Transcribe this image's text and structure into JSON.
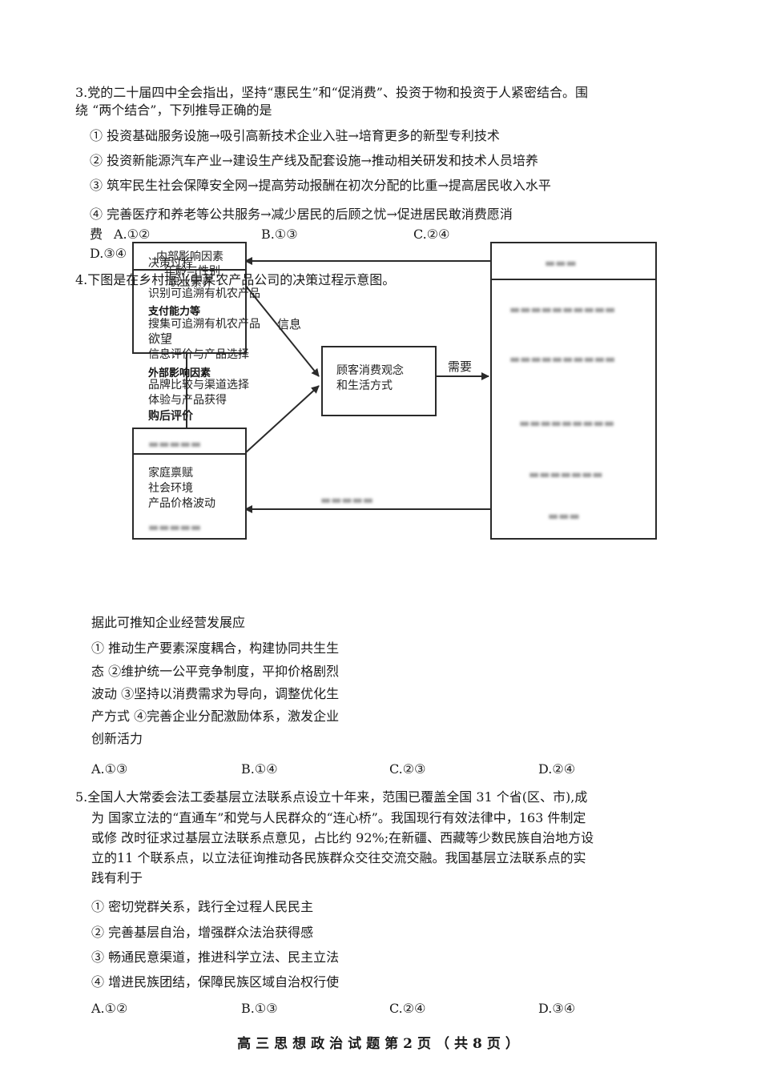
{
  "q3": {
    "stem_line1": "3.党的二十届四中全会指出，坚持“惠民生”和“促消费”、投资于物和投资于人紧密结合。围",
    "stem_line2": "绕 “两个结合”，下列推导正确的是",
    "opt1": "① 投资基础服务设施→吸引高新技术企业入驻→培育更多的新型专利技术",
    "opt2": "② 投资新能源汽车产业→建设生产线及配套设施→推动相关研发和技术人员培养",
    "opt3": "③ 筑牢民生社会保障安全网→提高劳动报酬在初次分配的比重→提高居民收入水平",
    "opt4": "④ 完善医疗和养老等公共服务→减少居民的后顾之忧→促进居民敢消费愿消",
    "opt4_tail": "费",
    "choiceA": "A.①②",
    "choiceB": "B.①③",
    "choiceC": "C.②④",
    "choiceD": "D.③④"
  },
  "q4": {
    "stem": "4.下图是在乡村振兴中某农产品公司的决策过程示意图。",
    "diagram": {
      "left_top": {
        "l1": "内部影响因素",
        "l2": "决策过程",
        "l3": "年龄与性别",
        "l4": "职业素养",
        "l5": "识别可追溯有机农产品",
        "l6": "支付能力等",
        "l7": "搜集可追溯有机农产品",
        "l7b": "信息",
        "l8": "欲望",
        "l9": "信息评价与产品选择",
        "l10": "外部影响因素",
        "l11": "品牌比较与渠道选择",
        "l12": "体验与产品获得",
        "l13": "购后评价"
      },
      "left_bottom": {
        "l1": "家庭禀赋",
        "l2": "社会环境",
        "l3": "产品价格波动"
      },
      "center": {
        "l1": "顾客消费观念",
        "l2": "和生活方式"
      },
      "need_label": "需要"
    },
    "lead": "据此可推知企业经营发展应",
    "opts_l1": "① 推动生产要素深度耦合，构建协同共生生",
    "opts_l2": "态 ②维护统一公平竞争制度，平抑价格剧烈",
    "opts_l3": "波动 ③坚持以消费需求为导向，调整优化生",
    "opts_l4": "产方式 ④完善企业分配激励体系，激发企业",
    "opts_l5": "创新活力",
    "choiceA": "A.①③",
    "choiceB": "B.①④",
    "choiceC": "C.②③",
    "choiceD": "D.②④"
  },
  "q5": {
    "l1": "5.全国人大常委会法工委基层立法联系点设立十年来，范围已覆盖全国 31 个省(区、市),成",
    "l2": "为 国家立法的“直通车”和党与人民群众的“连心桥”。我国现行有效法律中，163 件制定",
    "l3": "或修 改时征求过基层立法联系点意见，占比约 92%;在新疆、西藏等少数民族自治地方设",
    "l4": "立的11  个联系点，以立法征询推动各民族群众交往交流交融。我国基层立法联系点的实",
    "l5": "践有利于",
    "opt1": "① 密切党群关系，践行全过程人民民主",
    "opt2": "② 完善基层自治，增强群众法治获得感",
    "opt3": "③ 畅通民意渠道，推进科学立法、民主立法",
    "opt4": "④ 增进民族团结，保障民族区域自治权行使",
    "choiceA": "A.①②",
    "choiceB": "B.①③",
    "choiceC": "C.②④",
    "choiceD": "D.③④"
  },
  "footer": "高三思想政治试题第2页（共8页）"
}
